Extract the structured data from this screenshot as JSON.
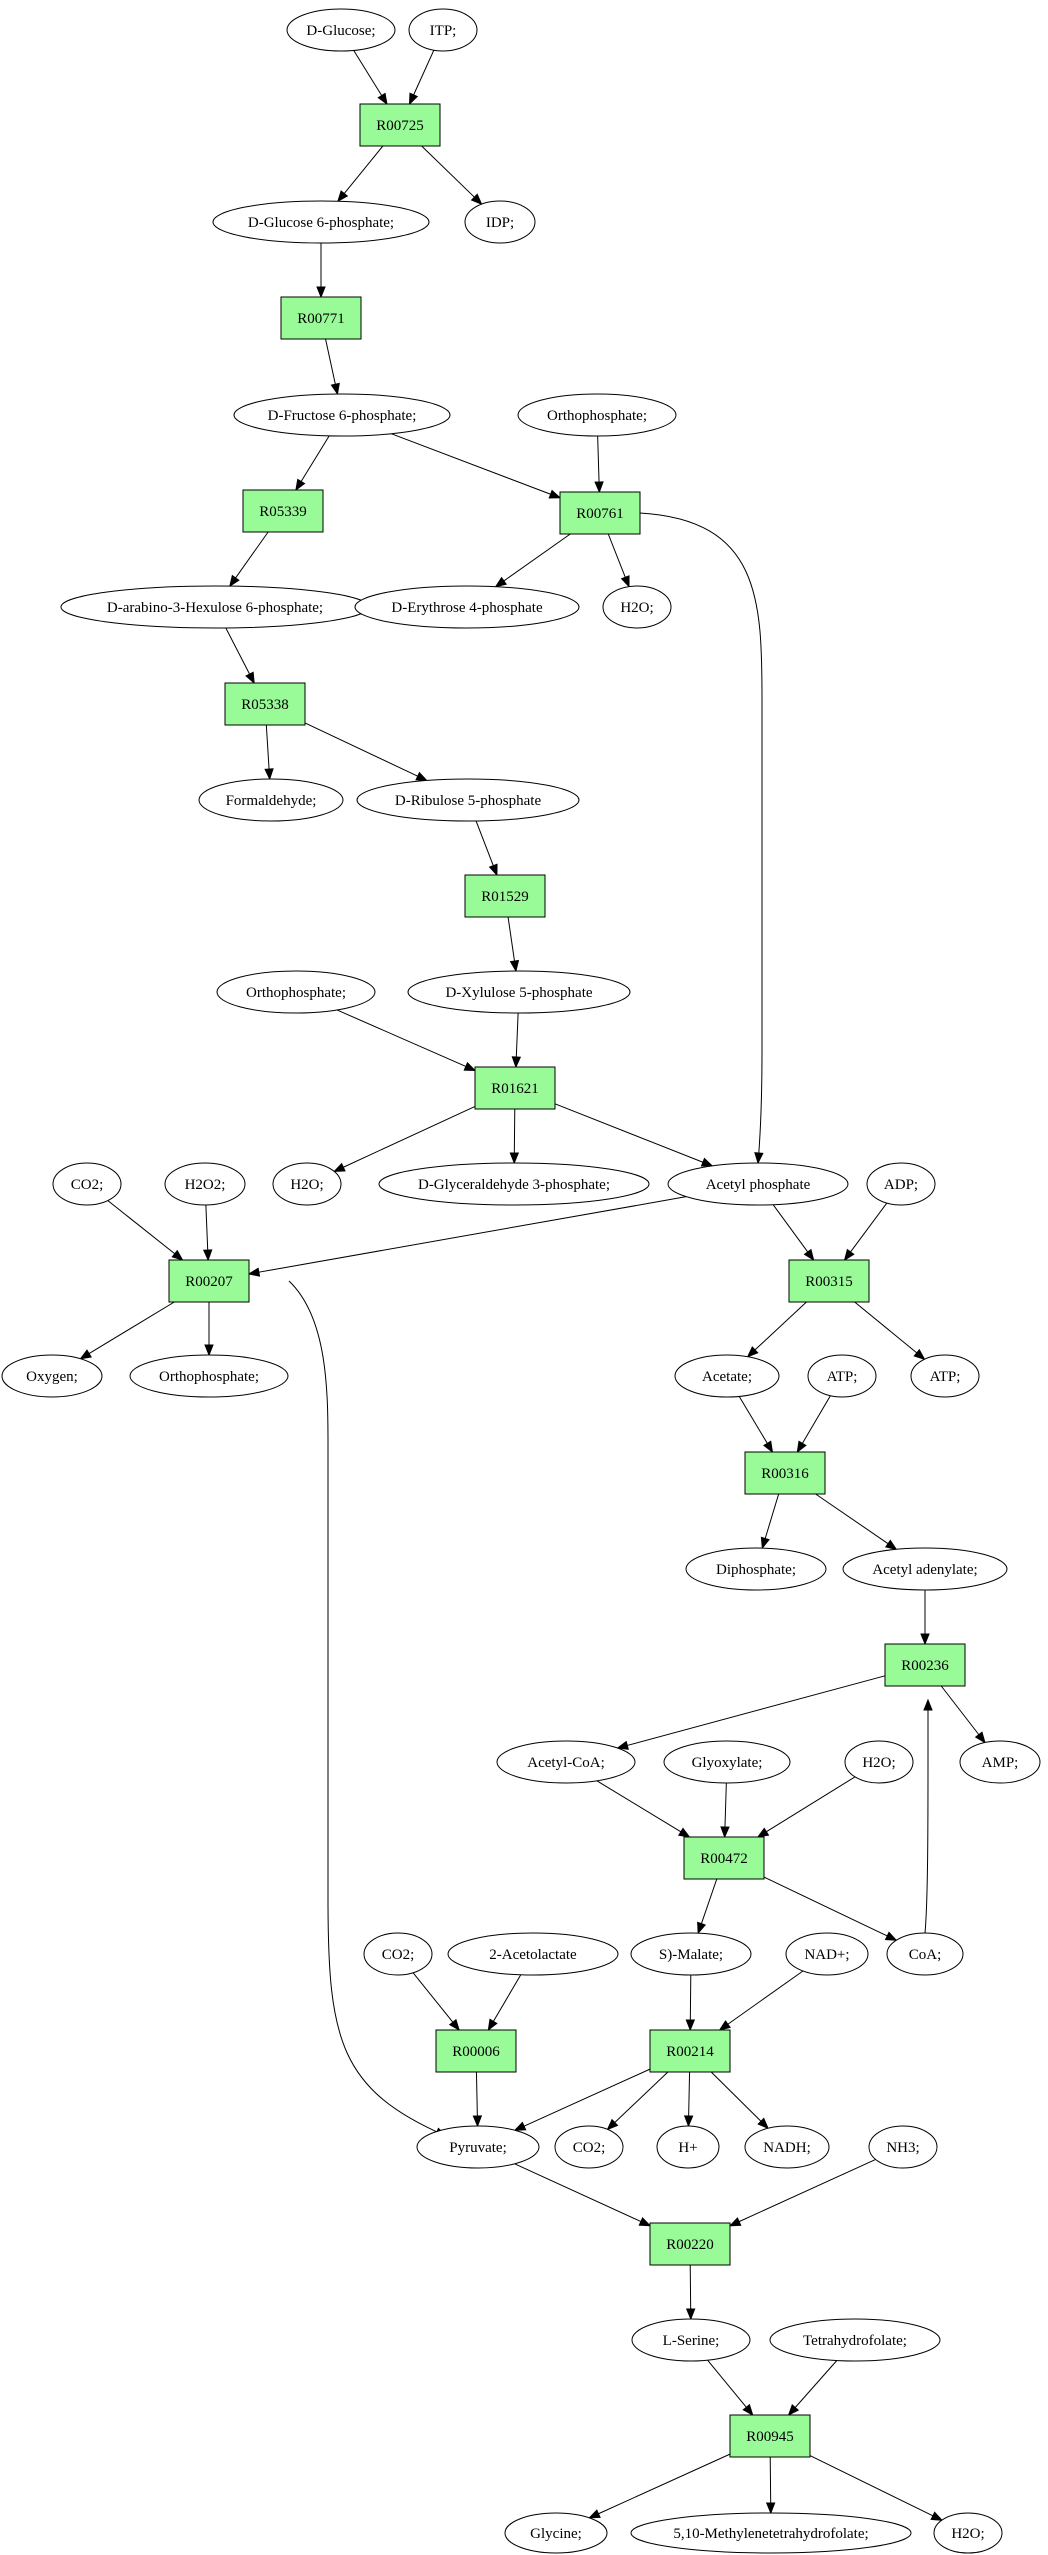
{
  "colors": {
    "reaction_fill": "#98fb98",
    "start_fill": "#00dd00",
    "end_fill": "#ffff00",
    "metabolite_fill": "#ffffff",
    "stroke": "#000000"
  },
  "nodes": [
    {
      "id": "d_glucose",
      "label": "D-Glucose;",
      "kind": "start"
    },
    {
      "id": "itp",
      "label": "ITP;",
      "kind": "metabolite"
    },
    {
      "id": "r00725",
      "label": "R00725",
      "kind": "reaction"
    },
    {
      "id": "g6p",
      "label": "D-Glucose 6-phosphate;",
      "kind": "metabolite"
    },
    {
      "id": "idp",
      "label": "IDP;",
      "kind": "metabolite"
    },
    {
      "id": "r00771",
      "label": "R00771",
      "kind": "reaction"
    },
    {
      "id": "f6p",
      "label": "D-Fructose 6-phosphate;",
      "kind": "metabolite"
    },
    {
      "id": "orthophos1",
      "label": "Orthophosphate;",
      "kind": "metabolite"
    },
    {
      "id": "r05339",
      "label": "R05339",
      "kind": "reaction"
    },
    {
      "id": "r00761",
      "label": "R00761",
      "kind": "reaction"
    },
    {
      "id": "arabino",
      "label": "D-arabino-3-Hexulose 6-phosphate;",
      "kind": "metabolite"
    },
    {
      "id": "e4p",
      "label": "D-Erythrose 4-phosphate",
      "kind": "metabolite"
    },
    {
      "id": "h2o_1",
      "label": "H2O;",
      "kind": "metabolite"
    },
    {
      "id": "r05338",
      "label": "R05338",
      "kind": "reaction"
    },
    {
      "id": "formaldehyde",
      "label": "Formaldehyde;",
      "kind": "metabolite"
    },
    {
      "id": "ribulose",
      "label": "D-Ribulose 5-phosphate",
      "kind": "metabolite"
    },
    {
      "id": "r01529",
      "label": "R01529",
      "kind": "reaction"
    },
    {
      "id": "orthophos2",
      "label": "Orthophosphate;",
      "kind": "metabolite"
    },
    {
      "id": "xylulose",
      "label": "D-Xylulose 5-phosphate",
      "kind": "metabolite"
    },
    {
      "id": "r01621",
      "label": "R01621",
      "kind": "reaction"
    },
    {
      "id": "co2_1",
      "label": "CO2;",
      "kind": "metabolite"
    },
    {
      "id": "h2o2",
      "label": "H2O2;",
      "kind": "metabolite"
    },
    {
      "id": "h2o_2",
      "label": "H2O;",
      "kind": "metabolite"
    },
    {
      "id": "gap",
      "label": "D-Glyceraldehyde 3-phosphate;",
      "kind": "metabolite"
    },
    {
      "id": "acetylp",
      "label": "Acetyl phosphate",
      "kind": "metabolite"
    },
    {
      "id": "adp",
      "label": "ADP;",
      "kind": "metabolite"
    },
    {
      "id": "r00207",
      "label": "R00207",
      "kind": "reaction"
    },
    {
      "id": "r00315",
      "label": "R00315",
      "kind": "reaction"
    },
    {
      "id": "oxygen",
      "label": "Oxygen;",
      "kind": "metabolite"
    },
    {
      "id": "orthophos3",
      "label": "Orthophosphate;",
      "kind": "metabolite"
    },
    {
      "id": "acetate",
      "label": "Acetate;",
      "kind": "metabolite"
    },
    {
      "id": "atp_1",
      "label": "ATP;",
      "kind": "metabolite"
    },
    {
      "id": "atp_2",
      "label": "ATP;",
      "kind": "metabolite"
    },
    {
      "id": "r00316",
      "label": "R00316",
      "kind": "reaction"
    },
    {
      "id": "diphosphate",
      "label": "Diphosphate;",
      "kind": "metabolite"
    },
    {
      "id": "acetyl_adenylate",
      "label": "Acetyl adenylate;",
      "kind": "metabolite"
    },
    {
      "id": "r00236",
      "label": "R00236",
      "kind": "reaction"
    },
    {
      "id": "acetylcoa",
      "label": "Acetyl-CoA;",
      "kind": "metabolite"
    },
    {
      "id": "glyoxylate",
      "label": "Glyoxylate;",
      "kind": "metabolite"
    },
    {
      "id": "h2o_3",
      "label": "H2O;",
      "kind": "metabolite"
    },
    {
      "id": "amp",
      "label": "AMP;",
      "kind": "metabolite"
    },
    {
      "id": "r00472",
      "label": "R00472",
      "kind": "reaction"
    },
    {
      "id": "co2_2",
      "label": "CO2;",
      "kind": "metabolite"
    },
    {
      "id": "acetolactate",
      "label": "2-Acetolactate",
      "kind": "metabolite"
    },
    {
      "id": "smalate",
      "label": "S)-Malate;",
      "kind": "metabolite"
    },
    {
      "id": "nadplus",
      "label": "NAD+;",
      "kind": "metabolite"
    },
    {
      "id": "coa",
      "label": "CoA;",
      "kind": "metabolite"
    },
    {
      "id": "r00006",
      "label": "R00006",
      "kind": "reaction"
    },
    {
      "id": "r00214",
      "label": "R00214",
      "kind": "reaction"
    },
    {
      "id": "pyruvate",
      "label": "Pyruvate;",
      "kind": "metabolite"
    },
    {
      "id": "co2_3",
      "label": "CO2;",
      "kind": "metabolite"
    },
    {
      "id": "hplus",
      "label": "H+",
      "kind": "metabolite"
    },
    {
      "id": "nadh",
      "label": "NADH;",
      "kind": "metabolite"
    },
    {
      "id": "nh3",
      "label": "NH3;",
      "kind": "metabolite"
    },
    {
      "id": "r00220",
      "label": "R00220",
      "kind": "reaction"
    },
    {
      "id": "lserine",
      "label": "L-Serine;",
      "kind": "metabolite"
    },
    {
      "id": "thf",
      "label": "Tetrahydrofolate;",
      "kind": "metabolite"
    },
    {
      "id": "r00945",
      "label": "R00945",
      "kind": "reaction"
    },
    {
      "id": "glycine",
      "label": "Glycine;",
      "kind": "end"
    },
    {
      "id": "methylene_thf",
      "label": "5,10-Methylenetetrahydrofolate;",
      "kind": "metabolite"
    },
    {
      "id": "h2o_4",
      "label": "H2O;",
      "kind": "metabolite"
    }
  ],
  "edges": [
    {
      "from": "d_glucose",
      "to": "r00725"
    },
    {
      "from": "itp",
      "to": "r00725"
    },
    {
      "from": "r00725",
      "to": "g6p"
    },
    {
      "from": "r00725",
      "to": "idp"
    },
    {
      "from": "g6p",
      "to": "r00771"
    },
    {
      "from": "r00771",
      "to": "f6p"
    },
    {
      "from": "f6p",
      "to": "r05339"
    },
    {
      "from": "f6p",
      "to": "r00761"
    },
    {
      "from": "orthophos1",
      "to": "r00761"
    },
    {
      "from": "r05339",
      "to": "arabino"
    },
    {
      "from": "r00761",
      "to": "e4p"
    },
    {
      "from": "r00761",
      "to": "h2o_1"
    },
    {
      "from": "r00761",
      "to": "acetylp"
    },
    {
      "from": "arabino",
      "to": "r05338"
    },
    {
      "from": "r05338",
      "to": "formaldehyde"
    },
    {
      "from": "r05338",
      "to": "ribulose"
    },
    {
      "from": "ribulose",
      "to": "r01529"
    },
    {
      "from": "r01529",
      "to": "xylulose"
    },
    {
      "from": "orthophos2",
      "to": "r01621"
    },
    {
      "from": "xylulose",
      "to": "r01621"
    },
    {
      "from": "r01621",
      "to": "h2o_2"
    },
    {
      "from": "r01621",
      "to": "gap"
    },
    {
      "from": "r01621",
      "to": "acetylp"
    },
    {
      "from": "co2_1",
      "to": "r00207"
    },
    {
      "from": "h2o2",
      "to": "r00207"
    },
    {
      "from": "acetylp",
      "to": "r00207"
    },
    {
      "from": "acetylp",
      "to": "r00315"
    },
    {
      "from": "adp",
      "to": "r00315"
    },
    {
      "from": "r00207",
      "to": "oxygen"
    },
    {
      "from": "r00207",
      "to": "orthophos3"
    },
    {
      "from": "r00207",
      "to": "pyruvate"
    },
    {
      "from": "r00315",
      "to": "acetate"
    },
    {
      "from": "r00315",
      "to": "atp_2"
    },
    {
      "from": "acetate",
      "to": "r00316"
    },
    {
      "from": "atp_1",
      "to": "r00316"
    },
    {
      "from": "r00316",
      "to": "diphosphate"
    },
    {
      "from": "r00316",
      "to": "acetyl_adenylate"
    },
    {
      "from": "acetyl_adenylate",
      "to": "r00236"
    },
    {
      "from": "r00236",
      "to": "acetylcoa"
    },
    {
      "from": "r00236",
      "to": "amp"
    },
    {
      "from": "coa",
      "to": "r00236"
    },
    {
      "from": "acetylcoa",
      "to": "r00472"
    },
    {
      "from": "glyoxylate",
      "to": "r00472"
    },
    {
      "from": "h2o_3",
      "to": "r00472"
    },
    {
      "from": "r00472",
      "to": "smalate"
    },
    {
      "from": "r00472",
      "to": "coa"
    },
    {
      "from": "co2_2",
      "to": "r00006"
    },
    {
      "from": "acetolactate",
      "to": "r00006"
    },
    {
      "from": "smalate",
      "to": "r00214"
    },
    {
      "from": "nadplus",
      "to": "r00214"
    },
    {
      "from": "r00006",
      "to": "pyruvate"
    },
    {
      "from": "r00214",
      "to": "pyruvate"
    },
    {
      "from": "r00214",
      "to": "co2_3"
    },
    {
      "from": "r00214",
      "to": "hplus"
    },
    {
      "from": "r00214",
      "to": "nadh"
    },
    {
      "from": "pyruvate",
      "to": "r00220"
    },
    {
      "from": "nh3",
      "to": "r00220"
    },
    {
      "from": "r00220",
      "to": "lserine"
    },
    {
      "from": "lserine",
      "to": "r00945"
    },
    {
      "from": "thf",
      "to": "r00945"
    },
    {
      "from": "r00945",
      "to": "glycine"
    },
    {
      "from": "r00945",
      "to": "methylene_thf"
    },
    {
      "from": "r00945",
      "to": "h2o_4"
    }
  ]
}
